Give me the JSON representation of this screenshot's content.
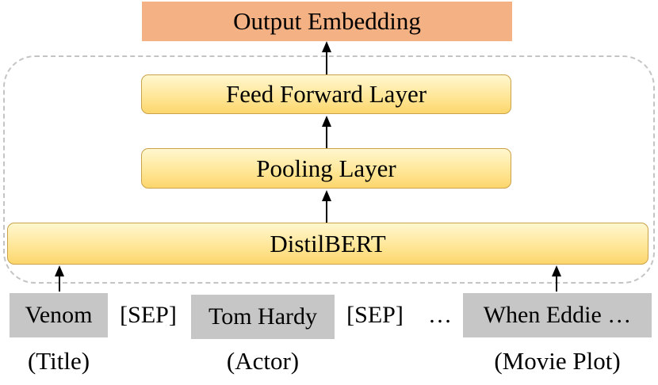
{
  "output": {
    "label": "Output Embedding"
  },
  "layers": {
    "feed_forward": "Feed Forward Layer",
    "pooling": "Pooling Layer",
    "distilbert": "DistilBERT"
  },
  "tokens": {
    "title": "Venom",
    "sep1": "[SEP]",
    "actor": "Tom Hardy",
    "sep2": "[SEP]",
    "ellipsis": "…",
    "plot": "When Eddie …"
  },
  "captions": {
    "title": "(Title)",
    "actor": "(Actor)",
    "plot": "(Movie Plot)"
  },
  "colors": {
    "output_fill": "#f4b183",
    "layer_fill": "#ffe799",
    "token_fill": "#c6c6c6",
    "container_border": "#c4c4c4"
  }
}
